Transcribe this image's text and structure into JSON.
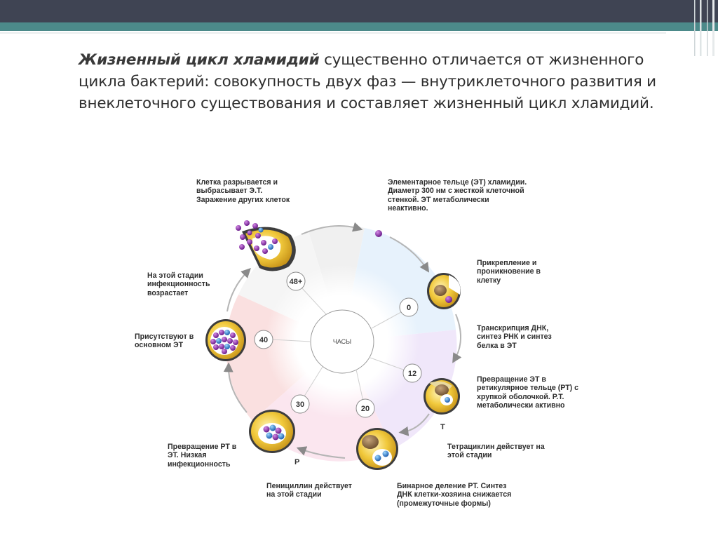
{
  "heading": {
    "emphasis": "Жизненный цикл хламидий",
    "text": " существенно отличается от жизненного цикла бактерий: совокупность двух фаз — внутриклеточного развития и внеклеточного существования и составляет жизненный цикл хламидий."
  },
  "diagram": {
    "center_label": "ЧАСЫ",
    "time_markers": [
      "48+",
      "0",
      "12",
      "20",
      "30",
      "40"
    ],
    "letters": {
      "t": "T",
      "p": "P"
    },
    "labels": {
      "cell_bursts": "Клетка разрывается и выбрасывает Э.Т. Заражение других клеток",
      "elementary_body": "Элементарное тельце (ЭТ) хламидии. Диаметр 300 нм с жесткой клеточной стенкой. ЭТ метаболически неактивно.",
      "attachment": "Прикрепление и проникновение в клетку",
      "transcription": "Транскрипция ДНК, синтез РНК и синтез белка в ЭТ",
      "conversion_et_rt": "Превращение ЭТ в ретикулярное тельце (РТ) с хрупкой оболочкой. Р.Т. метаболически активно",
      "tetracycline": "Тетрациклин действует на этой стадии",
      "binary_division": "Бинарное деление РТ. Синтез ДНК клетки-хозяина снижается (промежуточные формы)",
      "penicillin": "Пенициллин действует на этой стадии",
      "conversion_rt_et": "Превращение РТ в ЭТ. Низкая инфекционность",
      "present_et": "Присутствуют в основном ЭТ",
      "infectivity_increases": "На этой стадии инфекционность возрастает"
    }
  }
}
